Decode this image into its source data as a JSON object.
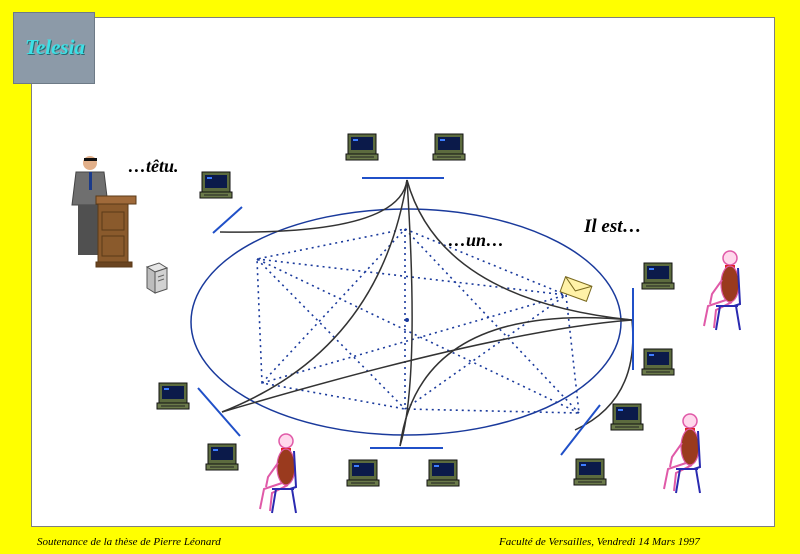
{
  "logo": {
    "text": "Telesia"
  },
  "captions": {
    "tetu": "…têtu.",
    "un": "…un…",
    "il_est": "Il est…"
  },
  "footer": {
    "left": "Soutenance de la thèse de Pierre Léonard",
    "right": "Faculté de Versailles, Vendredi 14 Mars 1997"
  },
  "colors": {
    "background": "#ffff00",
    "ring": "#1a3a9c",
    "segment": "#2050c8",
    "dotted": "#1a3a9c",
    "curve": "#333333",
    "logo_bg": "#8c9aa8",
    "logo_text": "#3ee0e6"
  }
}
